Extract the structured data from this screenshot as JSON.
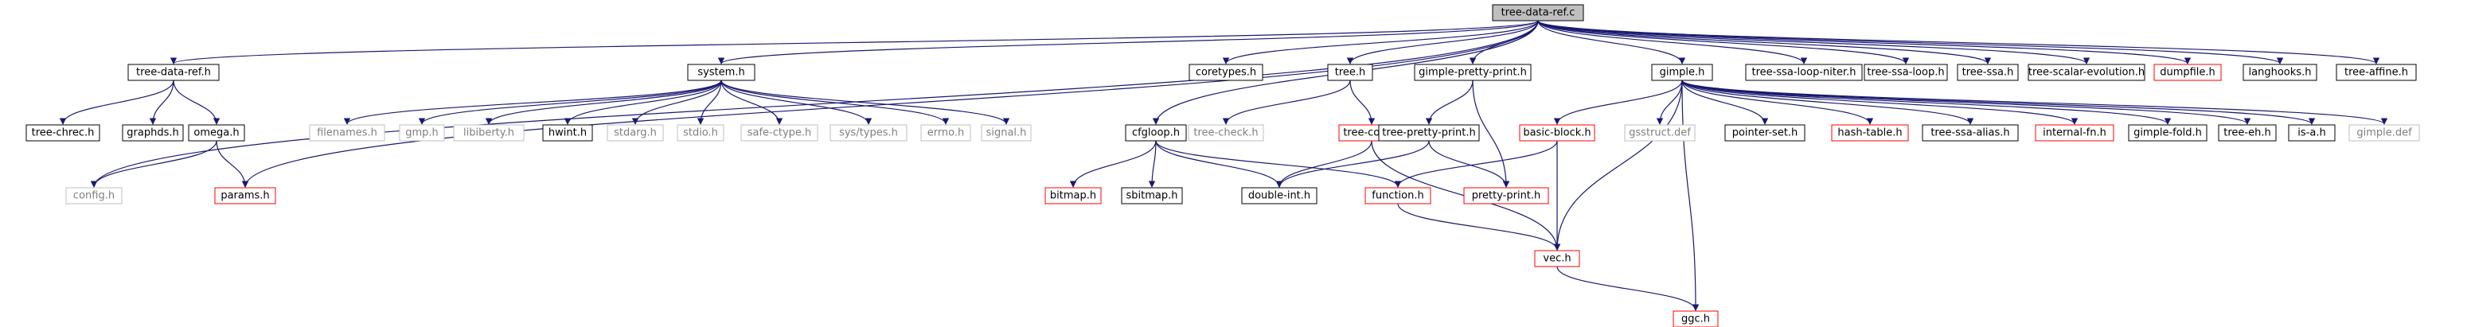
{
  "colors": {
    "edge": "#191970",
    "border_black": "#000000",
    "border_red": "#ff0000",
    "border_gray": "#bfbfbf",
    "root_fill": "#bfbfbf",
    "text_dark": "#000000",
    "text_gray": "#7f7f7f"
  },
  "nodes": [
    {
      "id": "root",
      "label": "tree-data-ref.c",
      "style": "root"
    },
    {
      "id": "tdr_h",
      "label": "tree-data-ref.h",
      "style": "black"
    },
    {
      "id": "config",
      "label": "config.h",
      "style": "gray"
    },
    {
      "id": "tree_chrec",
      "label": "tree-chrec.h",
      "style": "black"
    },
    {
      "id": "graphds",
      "label": "graphds.h",
      "style": "black"
    },
    {
      "id": "omega",
      "label": "omega.h",
      "style": "black"
    },
    {
      "id": "params",
      "label": "params.h",
      "style": "red"
    },
    {
      "id": "system",
      "label": "system.h",
      "style": "black"
    },
    {
      "id": "filenames",
      "label": "filenames.h",
      "style": "gray"
    },
    {
      "id": "gmp",
      "label": "gmp.h",
      "style": "gray"
    },
    {
      "id": "libiberty",
      "label": "libiberty.h",
      "style": "gray"
    },
    {
      "id": "hwint",
      "label": "hwint.h",
      "style": "black"
    },
    {
      "id": "stdarg",
      "label": "stdarg.h",
      "style": "gray"
    },
    {
      "id": "stdio",
      "label": "stdio.h",
      "style": "gray"
    },
    {
      "id": "safe_ctype",
      "label": "safe-ctype.h",
      "style": "gray"
    },
    {
      "id": "sys_types",
      "label": "sys/types.h",
      "style": "gray"
    },
    {
      "id": "errno",
      "label": "errno.h",
      "style": "gray"
    },
    {
      "id": "signal",
      "label": "signal.h",
      "style": "gray"
    },
    {
      "id": "coretypes",
      "label": "coretypes.h",
      "style": "black"
    },
    {
      "id": "cfgloop",
      "label": "cfgloop.h",
      "style": "black"
    },
    {
      "id": "bitmap",
      "label": "bitmap.h",
      "style": "red"
    },
    {
      "id": "sbitmap",
      "label": "sbitmap.h",
      "style": "black"
    },
    {
      "id": "double_int",
      "label": "double-int.h",
      "style": "black"
    },
    {
      "id": "tree_h",
      "label": "tree.h",
      "style": "black"
    },
    {
      "id": "tree_check",
      "label": "tree-check.h",
      "style": "gray"
    },
    {
      "id": "tree_core",
      "label": "tree-core.h",
      "style": "red"
    },
    {
      "id": "gpp",
      "label": "gimple-pretty-print.h",
      "style": "black"
    },
    {
      "id": "tpp",
      "label": "tree-pretty-print.h",
      "style": "black"
    },
    {
      "id": "pretty_print",
      "label": "pretty-print.h",
      "style": "red"
    },
    {
      "id": "function",
      "label": "function.h",
      "style": "red"
    },
    {
      "id": "vec",
      "label": "vec.h",
      "style": "red"
    },
    {
      "id": "ggc",
      "label": "ggc.h",
      "style": "red"
    },
    {
      "id": "gimple",
      "label": "gimple.h",
      "style": "black"
    },
    {
      "id": "basic_block",
      "label": "basic-block.h",
      "style": "red"
    },
    {
      "id": "gsstruct",
      "label": "gsstruct.def",
      "style": "gray"
    },
    {
      "id": "pointer_set",
      "label": "pointer-set.h",
      "style": "black"
    },
    {
      "id": "hash_table",
      "label": "hash-table.h",
      "style": "red"
    },
    {
      "id": "tree_ssa_alias",
      "label": "tree-ssa-alias.h",
      "style": "black"
    },
    {
      "id": "internal_fn",
      "label": "internal-fn.h",
      "style": "red"
    },
    {
      "id": "gimple_fold",
      "label": "gimple-fold.h",
      "style": "black"
    },
    {
      "id": "tree_eh",
      "label": "tree-eh.h",
      "style": "black"
    },
    {
      "id": "is_a",
      "label": "is-a.h",
      "style": "black"
    },
    {
      "id": "gimple_def",
      "label": "gimple.def",
      "style": "gray"
    },
    {
      "id": "tsln",
      "label": "tree-ssa-loop-niter.h",
      "style": "black"
    },
    {
      "id": "tsl",
      "label": "tree-ssa-loop.h",
      "style": "black"
    },
    {
      "id": "tree_ssa",
      "label": "tree-ssa.h",
      "style": "black"
    },
    {
      "id": "tse",
      "label": "tree-scalar-evolution.h",
      "style": "black"
    },
    {
      "id": "dumpfile",
      "label": "dumpfile.h",
      "style": "red"
    },
    {
      "id": "langhooks",
      "label": "langhooks.h",
      "style": "black"
    },
    {
      "id": "tree_affine",
      "label": "tree-affine.h",
      "style": "black"
    }
  ],
  "edges": [
    [
      "root",
      "tdr_h"
    ],
    [
      "root",
      "config"
    ],
    [
      "root",
      "system"
    ],
    [
      "root",
      "params"
    ],
    [
      "root",
      "coretypes"
    ],
    [
      "root",
      "cfgloop"
    ],
    [
      "root",
      "tree_h"
    ],
    [
      "root",
      "gpp"
    ],
    [
      "root",
      "gimple"
    ],
    [
      "root",
      "tsln"
    ],
    [
      "root",
      "tsl"
    ],
    [
      "root",
      "tree_ssa"
    ],
    [
      "root",
      "tse"
    ],
    [
      "root",
      "dumpfile"
    ],
    [
      "root",
      "langhooks"
    ],
    [
      "root",
      "tree_affine"
    ],
    [
      "tdr_h",
      "tree_chrec"
    ],
    [
      "tdr_h",
      "graphds"
    ],
    [
      "tdr_h",
      "omega"
    ],
    [
      "omega",
      "config"
    ],
    [
      "omega",
      "params"
    ],
    [
      "system",
      "filenames"
    ],
    [
      "system",
      "gmp"
    ],
    [
      "system",
      "libiberty"
    ],
    [
      "system",
      "hwint"
    ],
    [
      "system",
      "stdarg"
    ],
    [
      "system",
      "stdio"
    ],
    [
      "system",
      "safe_ctype"
    ],
    [
      "system",
      "sys_types"
    ],
    [
      "system",
      "errno"
    ],
    [
      "system",
      "signal"
    ],
    [
      "cfgloop",
      "bitmap"
    ],
    [
      "cfgloop",
      "sbitmap"
    ],
    [
      "cfgloop",
      "double_int"
    ],
    [
      "cfgloop",
      "function"
    ],
    [
      "tree_h",
      "tree_check"
    ],
    [
      "tree_h",
      "tree_core"
    ],
    [
      "tree_core",
      "double_int"
    ],
    [
      "tree_core",
      "vec"
    ],
    [
      "gpp",
      "tpp"
    ],
    [
      "gpp",
      "pretty_print"
    ],
    [
      "tpp",
      "double_int"
    ],
    [
      "tpp",
      "pretty_print"
    ],
    [
      "function",
      "vec"
    ],
    [
      "vec",
      "ggc"
    ],
    [
      "gimple",
      "basic_block"
    ],
    [
      "gimple",
      "gsstruct"
    ],
    [
      "gimple",
      "pointer_set"
    ],
    [
      "gimple",
      "hash_table"
    ],
    [
      "gimple",
      "tree_ssa_alias"
    ],
    [
      "gimple",
      "internal_fn"
    ],
    [
      "gimple",
      "gimple_fold"
    ],
    [
      "gimple",
      "tree_eh"
    ],
    [
      "gimple",
      "is_a"
    ],
    [
      "gimple",
      "gimple_def"
    ],
    [
      "gimple",
      "vec"
    ],
    [
      "gimple",
      "ggc"
    ],
    [
      "basic_block",
      "function"
    ],
    [
      "basic_block",
      "vec"
    ]
  ]
}
